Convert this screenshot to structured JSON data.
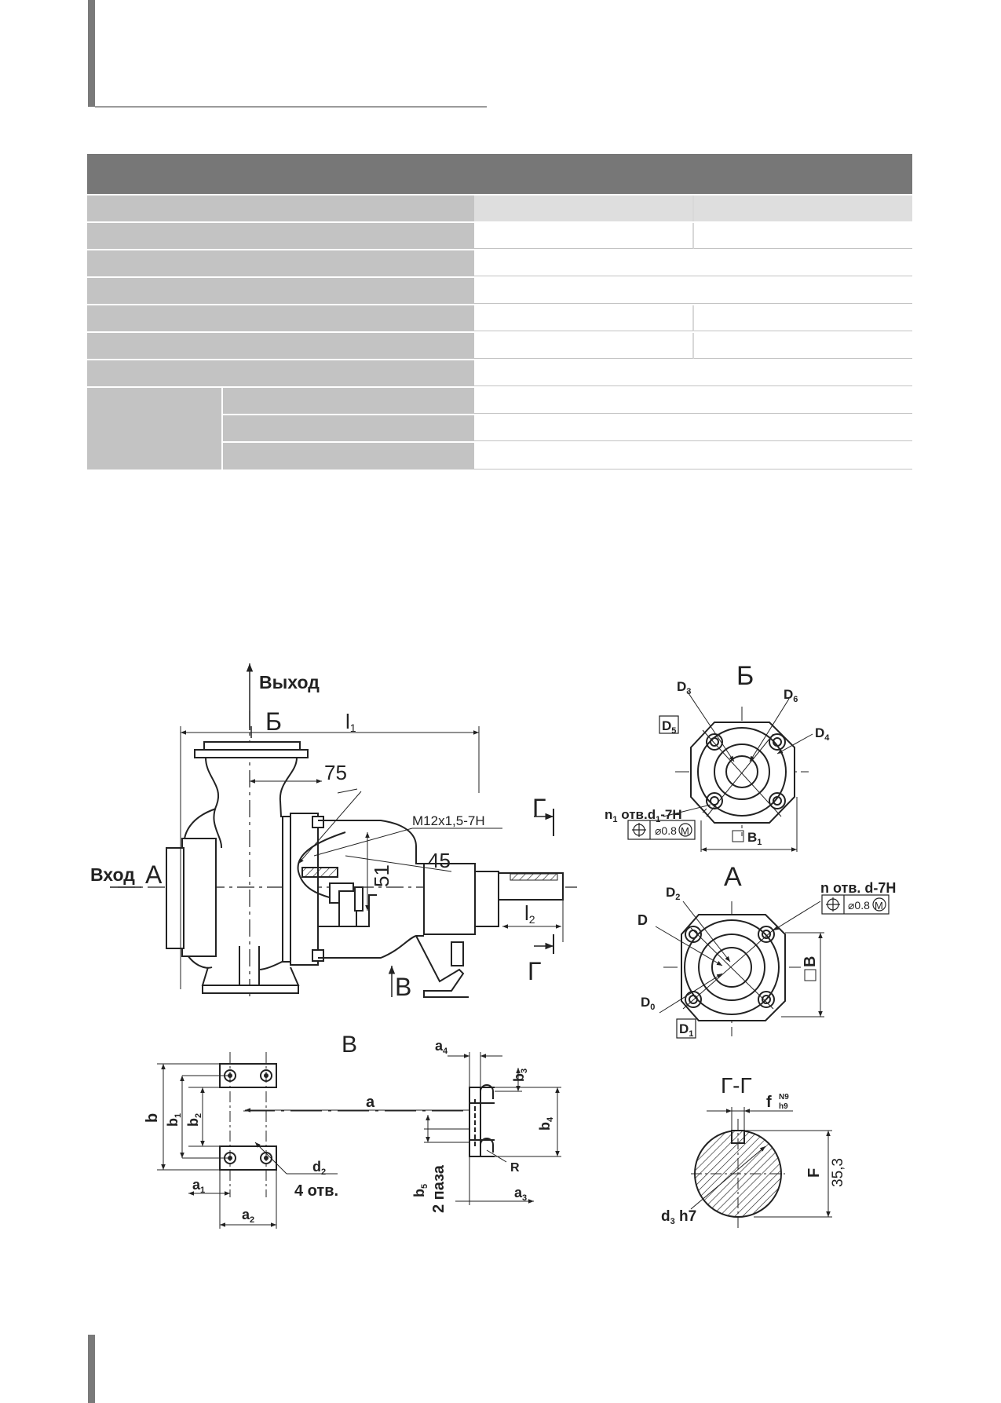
{
  "labels": {
    "outlet": "Выход",
    "inlet": "Вход",
    "view_a": "А",
    "view_b": "Б",
    "view_v": "В",
    "section_g": "Г",
    "section_gg": "Г-Г",
    "l1": "l",
    "l1_sub": "1",
    "l2": "l",
    "l2_sub": "2",
    "dim_75": "75",
    "dim_45": "45",
    "dim_51": "51",
    "thread": "M12x1,5-7H",
    "n1_holes_main": "n",
    "n1_holes_sub": "1",
    "n1_holes_rest": " отв.d",
    "n1_holes_sub2": "1",
    "n1_holes_end": "-7H",
    "n_holes": "n отв. d-7H",
    "tol_08_top": "⌀0.8",
    "tol_08_bot": "⌀0.8",
    "tol_m": "M",
    "d3": "D",
    "d3_sub": "3",
    "d6": "D",
    "d6_sub": "6",
    "d5": "D",
    "d5_sub": "5",
    "d4": "D",
    "d4_sub": "4",
    "b1": "B",
    "b1_sub": "1",
    "d2": "D",
    "d2_sub": "2",
    "d": "D",
    "d0": "D",
    "d0_sub": "0",
    "d1": "D",
    "d1_sub": "1",
    "b_sq": "B",
    "a4": "a",
    "a4_sub": "4",
    "b3": "b",
    "b3_sub": "3",
    "b4": "b",
    "b4_sub": "4",
    "a": "a",
    "b": "b",
    "b1_foot": "b",
    "b1_foot_sub": "1",
    "b2": "b",
    "b2_sub": "2",
    "d2_foot": "d",
    "d2_foot_sub": "2",
    "holes_4": "4 отв.",
    "a1": "a",
    "a1_sub": "1",
    "a2": "a",
    "a2_sub": "2",
    "a3": "a",
    "a3_sub": "3",
    "b5": "b",
    "b5_sub": "5",
    "slots_2": "2 паза",
    "r": "R",
    "f_key": "f",
    "f_n9": "N9",
    "f_h9": "h9",
    "f_big": "F",
    "dim_353": "35,3",
    "d3h7": "d",
    "d3h7_sub": "3",
    "d3h7_tail": " h7"
  }
}
